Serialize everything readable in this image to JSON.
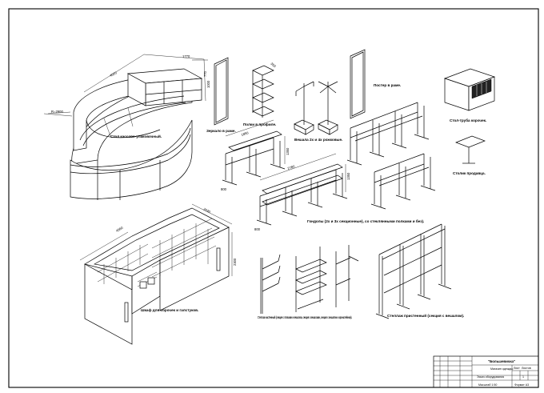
{
  "drawing": {
    "labels": {
      "counter": "Стол кассово-упаковочный.",
      "mirror": "Зеркало в раме.",
      "shelves_profile": "Полки в профиле.",
      "hangers": "Вешала 2х и 4х рожковые.",
      "poster": "Постер в раме.",
      "pipe_table": "Стол-труба корочек.",
      "stand_table": "Столик продавца.",
      "gondolas": "Гондолы (2х и 3х секционные), со стеклянными полками и без).",
      "wardrobe": "Шкаф для сорочек и галстуков.",
      "wall_rack": "Стеллаж настенный (секция с полками и вешалом, секция с вешалами, секция с вешалом и кронштейном).",
      "wall_rack2": "Стеллаж пристенный (секция с вешалом)."
    },
    "dims": {
      "counter_len": "4020",
      "counter_w": "1770",
      "counter_h": "1000",
      "counter_small": "770",
      "counter_r": "R=2900",
      "shelves_w": "350",
      "gondola1_w": "1850",
      "gondola1_h": "1350",
      "gondola1_d": "800",
      "gondola2_w": "2780",
      "gondola2_h": "1350",
      "gondola2_d": "800",
      "wardrobe_w1": "4560",
      "wardrobe_w2": "2040",
      "wardrobe_h": "2300"
    }
  },
  "title_block": {
    "company": "\"Большевичка\"",
    "project": "Магазин одежды.",
    "sheet_name": "Эскиз оборудования",
    "scale": "Масштаб 1:50",
    "sheet_label": "Лист",
    "sheets_label": "Листов",
    "sheet_num": "1",
    "format": "Формат А3"
  }
}
